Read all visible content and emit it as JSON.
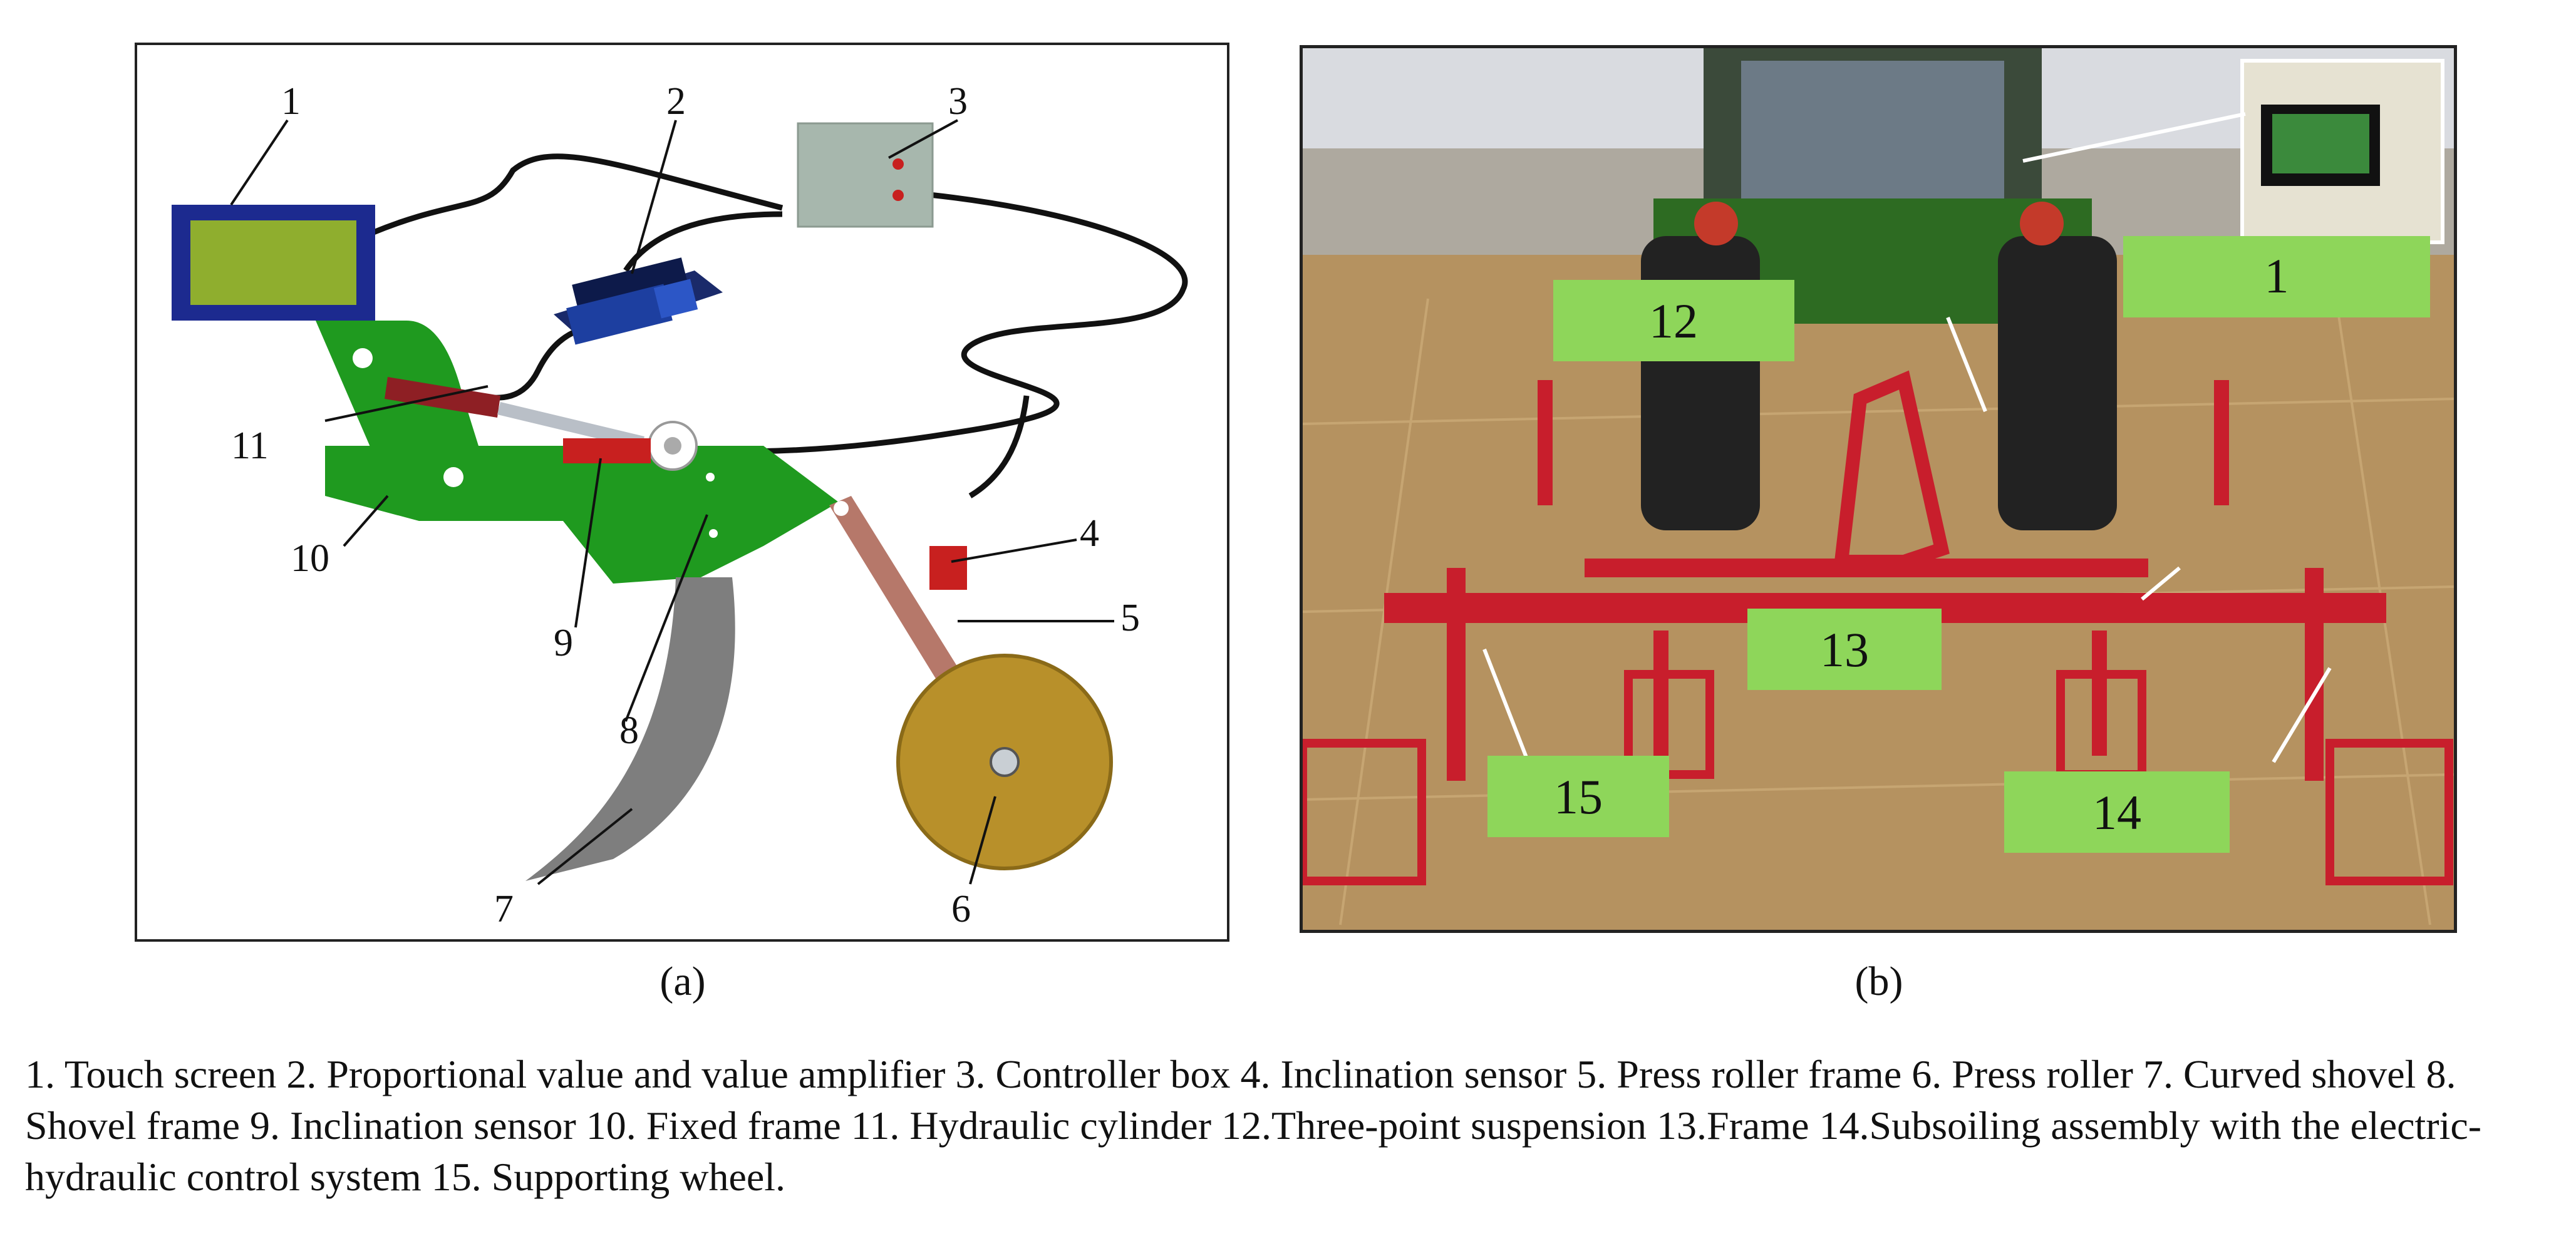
{
  "panel_a": {
    "label": "(a)",
    "callouts": [
      "1",
      "2",
      "3",
      "4",
      "5",
      "6",
      "7",
      "8",
      "9",
      "10",
      "11"
    ],
    "colors": {
      "frame_green": "#1f9a1f",
      "screen_blue": "#1c2a8f",
      "screen_fill": "#8fae2e",
      "controller": "#a7b7ad",
      "cylinder": "#8e1f24",
      "shovel": "#7e7e7e",
      "roller": "#b8902a",
      "roller_arm": "#b6786a",
      "sensor_red": "#c8201f"
    }
  },
  "panel_b": {
    "label": "(b)",
    "boxes": [
      "1",
      "12",
      "13",
      "14",
      "15"
    ],
    "colors": {
      "label_box": "#8ed65a",
      "frame_red": "#c81e2c",
      "soil": "#b59260",
      "sky": "#d9dbe0",
      "tractor_green": "#2d6b22"
    }
  },
  "caption": {
    "text": "1. Touch screen 2. Proportional value and value amplifier 3. Controller box 4. Inclination sensor 5. Press roller frame 6. Press roller 7. Curved shovel 8. Shovel frame 9. Inclination sensor 10. Fixed frame 11. Hydraulic cylinder 12.Three-point suspension 13.Frame 14.Subsoiling assembly with the electric-hydraulic control system 15. Supporting wheel."
  }
}
